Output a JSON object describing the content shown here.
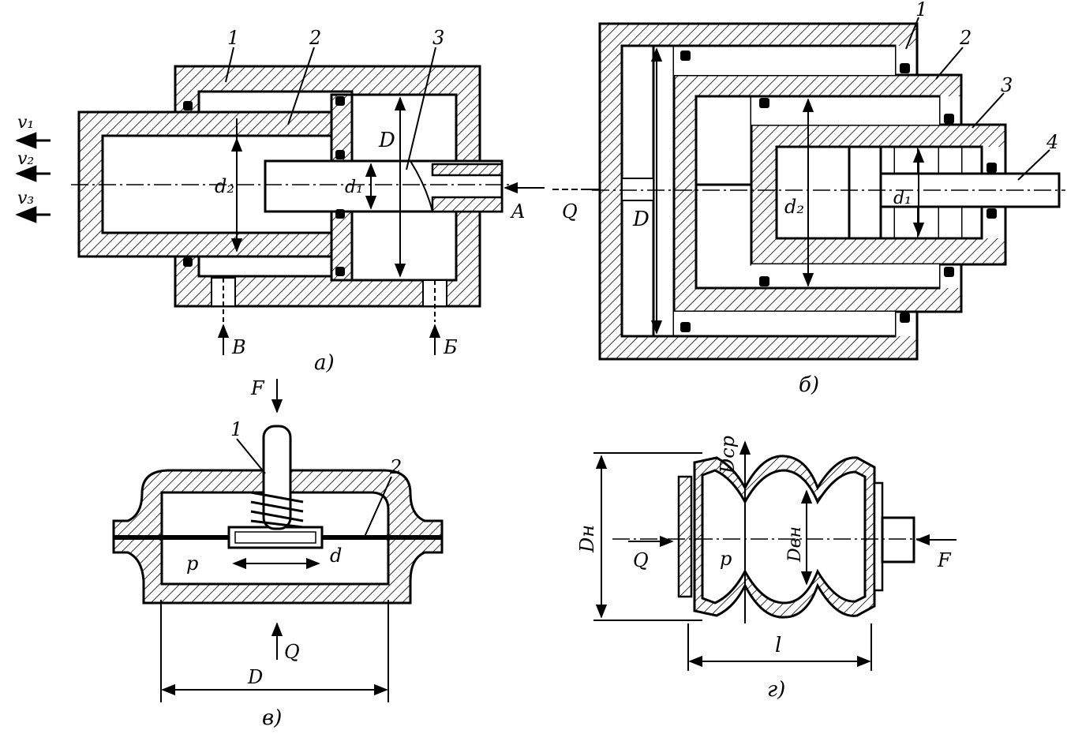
{
  "colors": {
    "ink": "#000000",
    "paper": "#ffffff"
  },
  "fig_a": {
    "caption": "а)",
    "labels": {
      "n1": "1",
      "n2": "2",
      "n3": "3",
      "D": "D",
      "d1": "d₁",
      "d2": "d₂",
      "A": "A",
      "B": "Б",
      "V": "В",
      "v1": "v₁",
      "v2": "v₂",
      "v3": "v₃",
      "Q": "Q"
    }
  },
  "fig_b": {
    "caption": "б)",
    "labels": {
      "n1": "1",
      "n2": "2",
      "n3": "3",
      "n4": "4",
      "D": "D",
      "d1": "d₁",
      "d2": "d₂"
    }
  },
  "fig_v": {
    "caption": "в)",
    "labels": {
      "F": "F",
      "n1": "1",
      "n2": "2",
      "p": "p",
      "d": "d",
      "Q": "Q",
      "D": "D"
    }
  },
  "fig_g": {
    "caption": "г)",
    "labels": {
      "Dn": "Dн",
      "Dsr": "Dср",
      "Dvn": "Dвн",
      "Q": "Q",
      "p": "p",
      "F": "F",
      "l": "l"
    }
  }
}
